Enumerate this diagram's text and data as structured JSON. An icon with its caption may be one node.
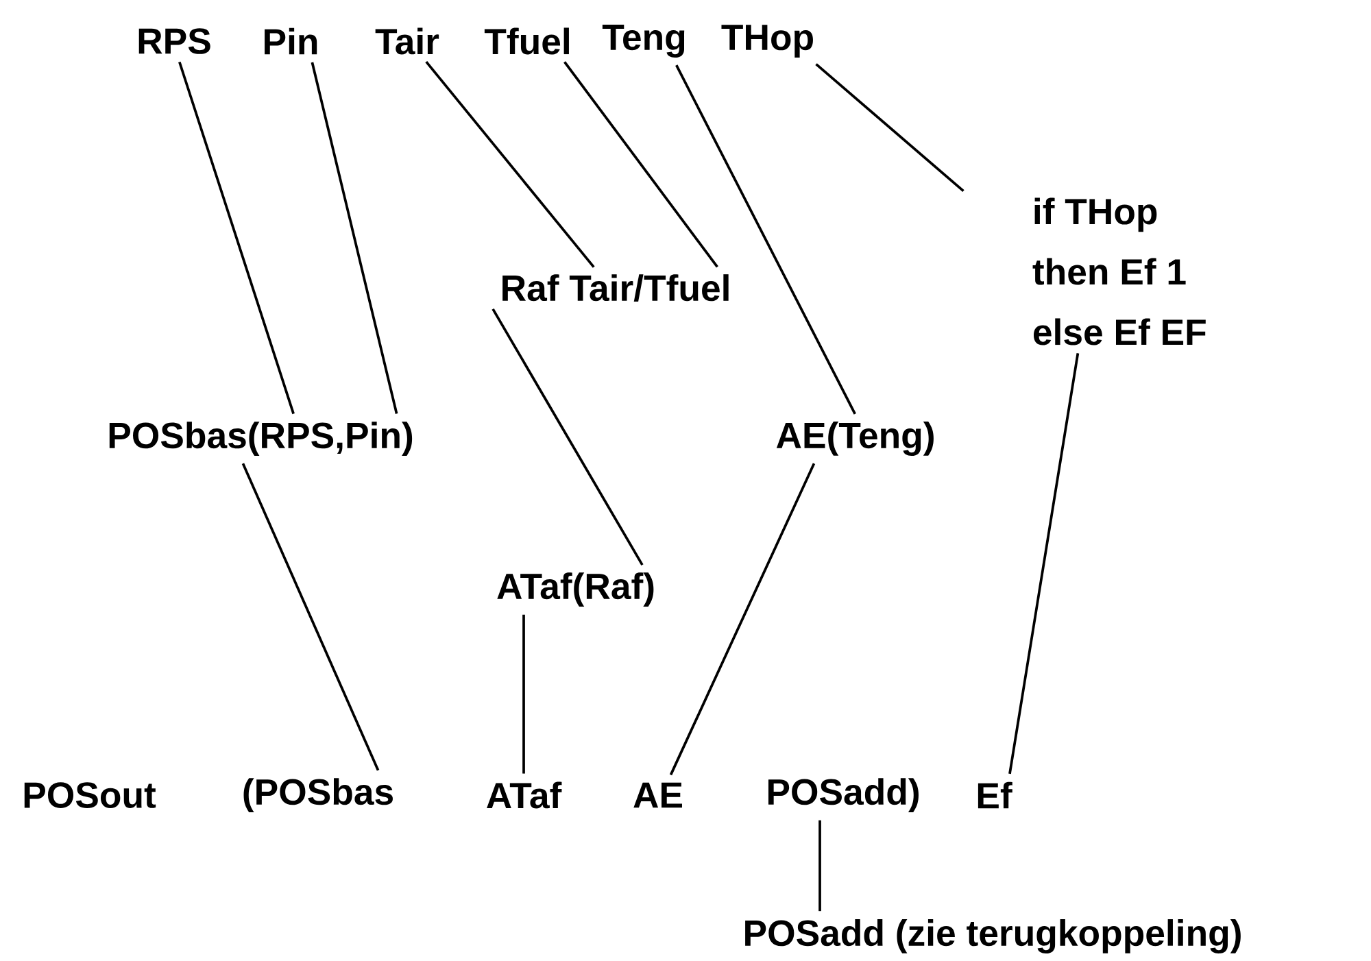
{
  "diagram": {
    "nodes": [
      {
        "text": [
          "RPS"
        ]
      },
      {
        "text": [
          "Pin"
        ]
      },
      {
        "text": [
          "Tair"
        ]
      },
      {
        "text": [
          "Tfuel"
        ]
      },
      {
        "text": [
          "Teng"
        ]
      },
      {
        "text": [
          "THop"
        ]
      },
      {
        "text": [
          "if THop",
          "then Ef  1",
          "else Ef  EF"
        ]
      },
      {
        "text": [
          "Raf  Tair/Tfuel"
        ]
      },
      {
        "text": [
          "POSbas(RPS,Pin)"
        ]
      },
      {
        "text": [
          "AE(Teng)"
        ]
      },
      {
        "text": [
          "ATaf(Raf)"
        ]
      },
      {
        "text": [
          "POSout"
        ]
      },
      {
        "text": [
          "(POSbas"
        ]
      },
      {
        "text": [
          "ATaf"
        ]
      },
      {
        "text": [
          "AE"
        ]
      },
      {
        "text": [
          "POSadd)"
        ]
      },
      {
        "text": [
          "Ef"
        ]
      },
      {
        "text": [
          "POSadd (zie terugkoppeling)"
        ]
      }
    ],
    "edges": [
      {
        "from": 0,
        "to": 8,
        "arrow": "none"
      },
      {
        "from": 1,
        "to": 8,
        "arrow": "none"
      },
      {
        "from": 2,
        "to": 7,
        "arrow": "none"
      },
      {
        "from": 3,
        "to": 7,
        "arrow": "none"
      },
      {
        "from": 4,
        "to": 9,
        "arrow": "none"
      },
      {
        "from": 5,
        "to": 6,
        "arrow": "none"
      },
      {
        "from": 7,
        "to": 10,
        "arrow": "none"
      },
      {
        "from": 8,
        "to": 12,
        "arrow": "none"
      },
      {
        "from": 10,
        "to": 13,
        "arrow": "none"
      },
      {
        "from": 9,
        "to": 14,
        "arrow": "none"
      },
      {
        "from": 6,
        "to": 16,
        "arrow": "none"
      },
      {
        "from": 15,
        "to": 17,
        "arrow": "none"
      }
    ]
  }
}
